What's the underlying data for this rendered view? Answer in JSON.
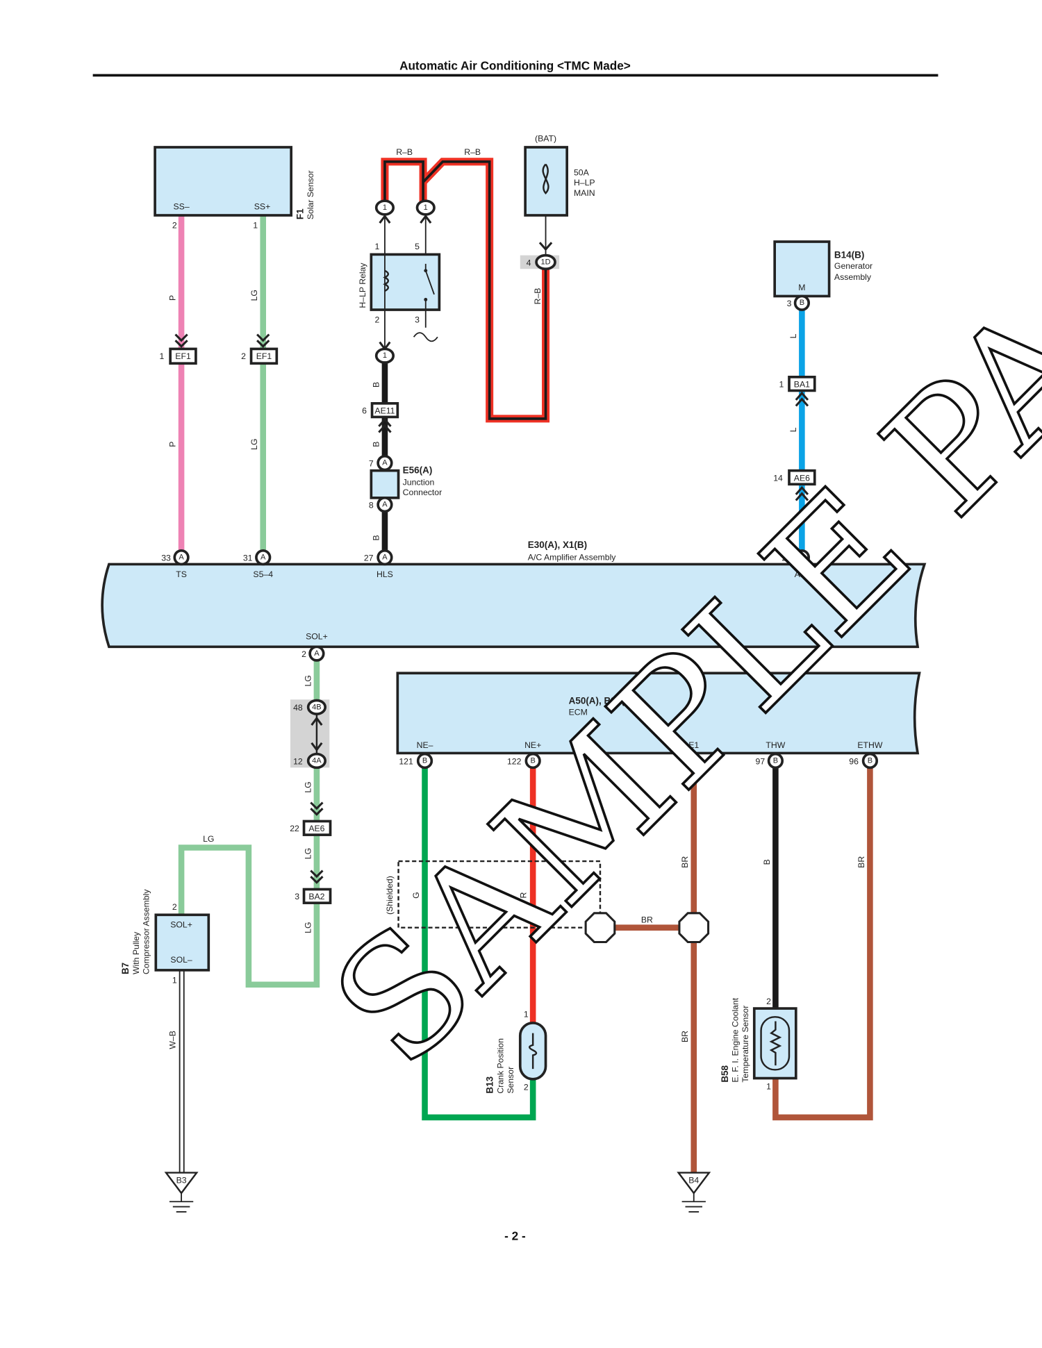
{
  "header": {
    "title": "Automatic Air Conditioning <TMC Made>"
  },
  "footer": {
    "page": "- 2 -"
  },
  "watermark": "SAMPLE PAGE",
  "colors": {
    "pink": "#ee82b4",
    "light_green": "#8acb9a",
    "blue": "#0ba3e6",
    "black": "#1a1a1a",
    "red": "#ee3124",
    "green": "#00a651",
    "brown": "#b0553a",
    "box_fill": "#cde9f8"
  },
  "solar": {
    "id": "F1",
    "name": "Solar Sensor",
    "pin_a": "SS–",
    "pin_b": "SS+",
    "num_a": "2",
    "num_b": "1"
  },
  "wires": {
    "p": "P",
    "lg": "LG",
    "b": "B",
    "l": "L",
    "rb": "R–B",
    "wb": "W–B",
    "g": "G",
    "r": "R",
    "br": "BR"
  },
  "ef1": {
    "name": "EF1",
    "n1": "1",
    "n2": "2"
  },
  "relay": {
    "name": "H–LP Relay",
    "p1": "1",
    "p2": "2",
    "p3": "3",
    "p5": "5",
    "conn": "1"
  },
  "fuse": {
    "source": "(BAT)",
    "l1": "50A",
    "l2": "H–LP",
    "l3": "MAIN",
    "conn": "1D",
    "conn_num": "4"
  },
  "ae11": {
    "name": "AE11",
    "num": "6"
  },
  "e56": {
    "id": "E56(A)",
    "l1": "Junction",
    "l2": "Connector",
    "n7": "7",
    "n8": "8",
    "pin": "A"
  },
  "gen": {
    "id": "B14(B)",
    "l1": "Generator",
    "l2": "Assembly",
    "pin": "M",
    "num": "3",
    "conn": "B"
  },
  "ba1": {
    "name": "BA1",
    "num": "1"
  },
  "ae6a": {
    "name": "AE6",
    "num": "14"
  },
  "amp": {
    "id": "E30(A), X1(B)",
    "name": "A/C Amplifier Assembly",
    "pins": [
      {
        "num": "33",
        "conn": "A",
        "label": "TS"
      },
      {
        "num": "31",
        "conn": "A",
        "label": "S5–4"
      },
      {
        "num": "27",
        "conn": "A",
        "label": "HLS"
      },
      {
        "num": "25",
        "conn": "A",
        "label": "ALT"
      }
    ],
    "sol": {
      "label": "SOL+",
      "num": "2",
      "conn": "A"
    }
  },
  "jc": {
    "top": "4B",
    "top_num": "48",
    "bot": "4A",
    "bot_num": "12"
  },
  "ae6b": {
    "name": "AE6",
    "num": "22"
  },
  "ba2": {
    "name": "BA2",
    "num": "3"
  },
  "comp": {
    "id": "B7",
    "l1": "With Pulley",
    "l2": "Compressor Assembly",
    "p1": "SOL+",
    "p2": "SOL–",
    "n1": "2",
    "n2": "1"
  },
  "grounds": {
    "g1": "B3",
    "g2": "B4"
  },
  "ecm": {
    "id": "A50(A), B31(B)",
    "name": "ECM",
    "pins": [
      {
        "num": "121",
        "conn": "B",
        "label": "NE–"
      },
      {
        "num": "122",
        "conn": "B",
        "label": "NE+"
      },
      {
        "num": "",
        "conn": "B",
        "label": "E1"
      },
      {
        "num": "97",
        "conn": "B",
        "label": "THW"
      },
      {
        "num": "96",
        "conn": "B",
        "label": "ETHW"
      }
    ]
  },
  "shield": {
    "label": "(Shielded)"
  },
  "crank": {
    "id": "B13",
    "l1": "Crank Position",
    "l2": "Sensor",
    "n1": "1",
    "n2": "2"
  },
  "ect": {
    "id": "B58",
    "l1": "E. F. I.  Engine Coolant",
    "l2": "Temperature Sensor",
    "n1": "2",
    "n2": "1"
  }
}
